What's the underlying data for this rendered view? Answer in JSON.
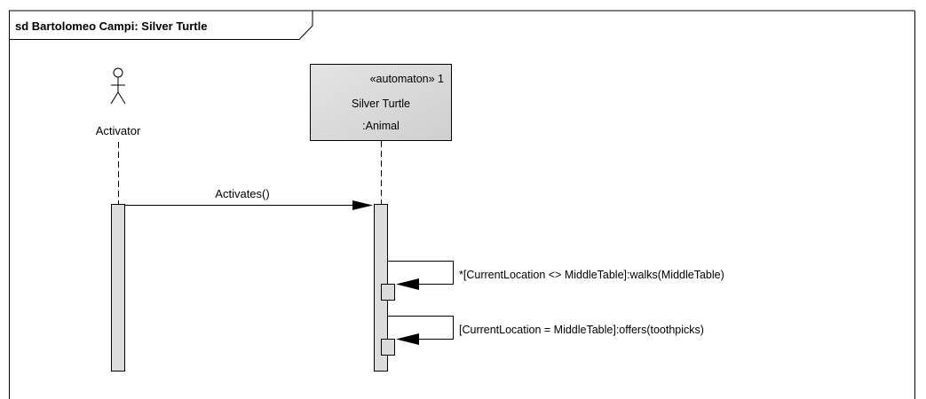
{
  "frame": {
    "title": "sd Bartolomeo Campi: Silver Turtle"
  },
  "lifelines": {
    "actor": {
      "label": "Activator"
    },
    "object": {
      "stereotype": "«automaton» 1",
      "name": "Silver Turtle",
      "type": ":Animal",
      "fill_color": "#d8d8d8"
    }
  },
  "messages": [
    {
      "label": "Activates()"
    },
    {
      "label": "*[CurrentLocation <> MiddleTable]:walks(MiddleTable)"
    },
    {
      "label": "[CurrentLocation = MiddleTable]:offers(toothpicks)"
    }
  ]
}
